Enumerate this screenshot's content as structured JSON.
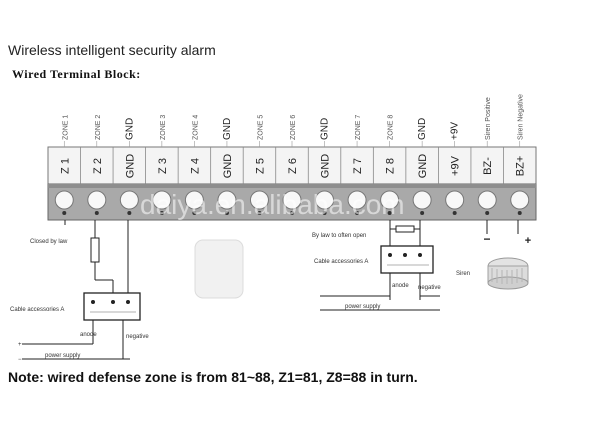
{
  "title": "Wireless intelligent security alarm",
  "subtitle": "Wired Terminal Block:",
  "terminals": [
    {
      "top": "ZONE 1",
      "label": "Z 1",
      "kind": "zone"
    },
    {
      "top": "ZONE 2",
      "label": "Z 2",
      "kind": "zone"
    },
    {
      "top": "GND",
      "label": "GND",
      "kind": "gnd"
    },
    {
      "top": "ZONE 3",
      "label": "Z 3",
      "kind": "zone"
    },
    {
      "top": "ZONE 4",
      "label": "Z 4",
      "kind": "zone"
    },
    {
      "top": "GND",
      "label": "GND",
      "kind": "gnd"
    },
    {
      "top": "ZONE 5",
      "label": "Z 5",
      "kind": "zone"
    },
    {
      "top": "ZONE 6",
      "label": "Z 6",
      "kind": "zone"
    },
    {
      "top": "GND",
      "label": "GND",
      "kind": "gnd"
    },
    {
      "top": "ZONE 7",
      "label": "Z 7",
      "kind": "zone"
    },
    {
      "top": "ZONE 8",
      "label": "Z 8",
      "kind": "zone"
    },
    {
      "top": "GND",
      "label": "GND",
      "kind": "gnd"
    },
    {
      "top": "+9V",
      "label": "+9V",
      "kind": "gnd"
    },
    {
      "top": "Siren Positive",
      "label": "BZ-",
      "kind": "zone"
    },
    {
      "top": "Siren Negative",
      "label": "BZ+",
      "kind": "zone"
    }
  ],
  "watermark": "daiya.en.alibaba.com",
  "left_circuit": {
    "closed_label": "Closed by law",
    "accessory_label": "Cable accessories A",
    "anode": "anode",
    "negative": "negative",
    "power": "power supply"
  },
  "right_circuit": {
    "open_label": "By law to often open",
    "accessory_label": "Cable accessories A",
    "anode": "anode",
    "negative": "negative",
    "power": "power supply"
  },
  "siren": {
    "label": "Siren",
    "minus": "−",
    "plus": "+"
  },
  "note": "Note: wired defense zone is from 81~88, Z1=81, Z8=88 in turn."
}
